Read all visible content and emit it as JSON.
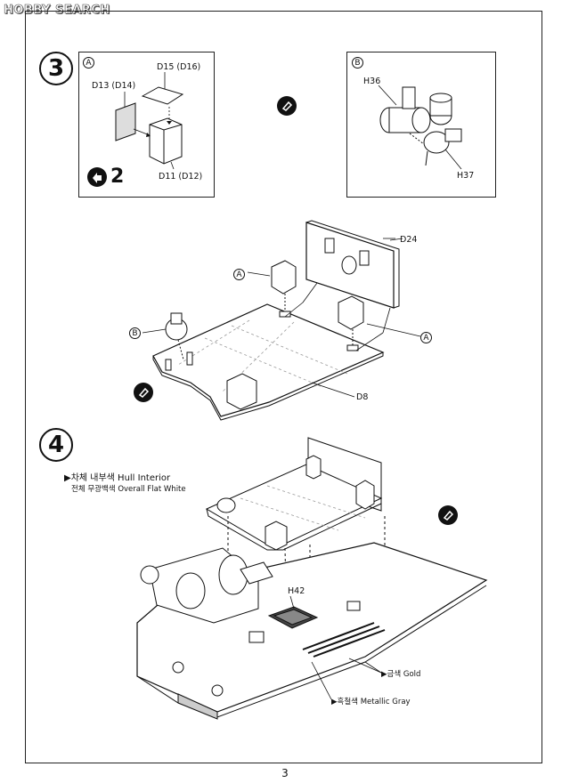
{
  "watermark": {
    "text": "HOBBY SEARCH"
  },
  "page_number": "3",
  "steps": [
    {
      "number": "3",
      "sub_a": {
        "marker": "A",
        "parts": [
          "D15 (D16)",
          "D13 (D14)",
          "D11 (D12)"
        ],
        "repeat_count": "2",
        "repeat_icon": "repeat-assembly-icon"
      },
      "sub_b": {
        "marker": "B",
        "parts": [
          "H36",
          "H37"
        ]
      },
      "glue_icon": "cement-icon",
      "main": {
        "parts": [
          "D24",
          "D8"
        ],
        "markers": [
          "A",
          "B",
          "A"
        ]
      }
    },
    {
      "number": "4",
      "color_note_title": "▶차체 내부색 Hull Interior",
      "color_note_body": "전체 무광백색 Overall Flat White",
      "parts": [
        "H42"
      ],
      "paint_callouts": [
        "▶금색 Gold",
        "▶흑철색 Metallic Gray"
      ],
      "glue_icon": "cement-icon"
    }
  ]
}
